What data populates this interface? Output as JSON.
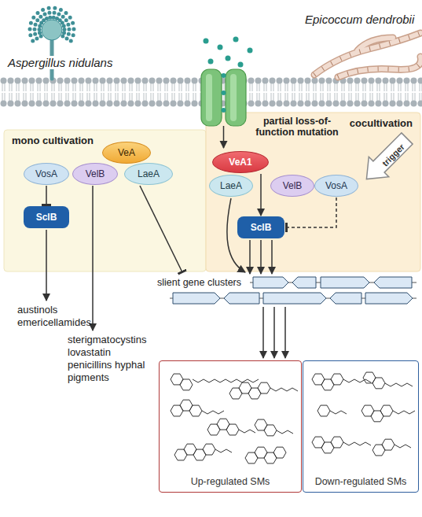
{
  "diagram": {
    "nodes": [
      {
        "text": [
          "mono cultivation"
        ]
      },
      {
        "text": [
          "VosA"
        ],
        "in": 0
      },
      {
        "text": [
          "VelB"
        ],
        "in": 0
      },
      {
        "text": [
          "VeA"
        ],
        "in": 0
      },
      {
        "text": [
          "LaeA"
        ],
        "in": 0
      },
      {
        "text": [
          "SclB"
        ],
        "in": 0
      },
      {
        "text": [
          "cocultivation"
        ]
      },
      {
        "text": [
          "VeA1"
        ],
        "in": 6
      },
      {
        "text": [
          "LaeA"
        ],
        "in": 6
      },
      {
        "text": [
          "VelB"
        ],
        "in": 6
      },
      {
        "text": [
          "VosA"
        ],
        "in": 6
      },
      {
        "text": [
          "SclB"
        ],
        "in": 6
      },
      {
        "text": [
          "Up-regulated SMs"
        ]
      },
      {
        "text": [
          "Down-regulated SMs"
        ]
      }
    ],
    "edges": [
      {
        "from": 1,
        "to": 5,
        "arrow": "to"
      },
      {
        "from": 7,
        "to": 11,
        "arrow": "to"
      },
      {
        "from": 10,
        "to": 11,
        "arrow": "to"
      }
    ],
    "labels": [
      "Aspergillus nidulans",
      "Epicoccum dendrobii",
      "partial loss-of-function mutation",
      "trigger",
      "austinols emericellamides",
      "sterigmatocystins lovastatin penicillins hyphal pigments",
      "slient gene clusters"
    ]
  }
}
